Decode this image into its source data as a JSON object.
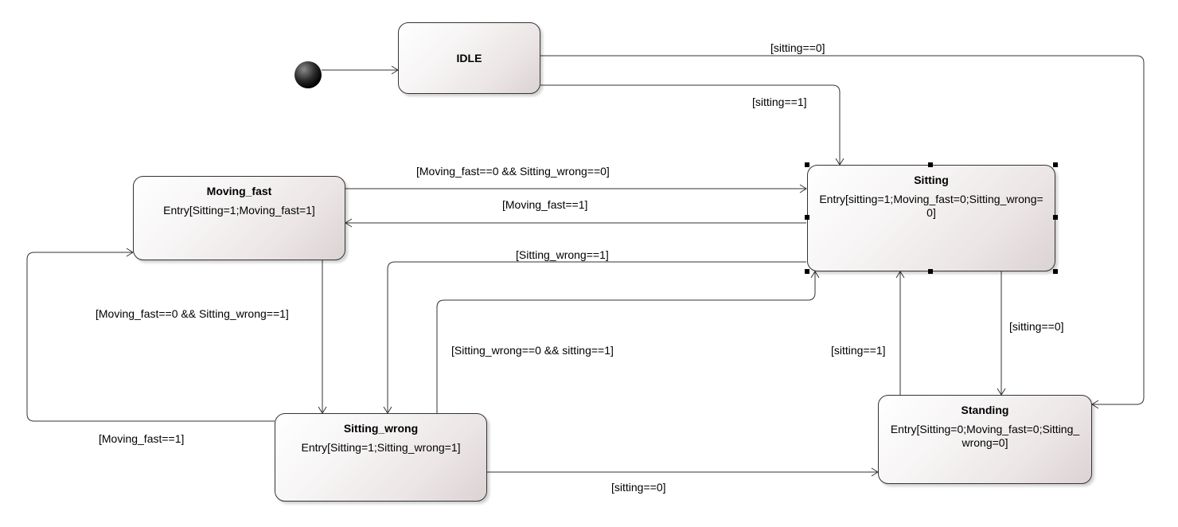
{
  "states": {
    "idle": {
      "title": "IDLE"
    },
    "moving_fast": {
      "title": "Moving_fast",
      "entry": "Entry[Sitting=1;Moving_fast=1]"
    },
    "sitting": {
      "title": "Sitting",
      "entry": "Entry[sitting=1;Moving_fast=0;Sitting_wrong=0]"
    },
    "sitting_wrong": {
      "title": "Sitting_wrong",
      "entry": "Entry[Sitting=1;Sitting_wrong=1]"
    },
    "standing": {
      "title": "Standing",
      "entry": "Entry[Sitting=0;Moving_fast=0;Sitting_wrong=0]"
    }
  },
  "transitions": {
    "idle_to_standing": "[sitting==0]",
    "idle_to_sitting": "[sitting==1]",
    "moving_fast_to_sitting": "[Moving_fast==0 && Sitting_wrong==0]",
    "sitting_to_moving_fast": "[Moving_fast==1]",
    "sitting_to_sitting_wrong": "[Sitting_wrong==1]",
    "moving_fast_to_sitting_wrong": "[Moving_fast==0 && Sitting_wrong==1]",
    "sitting_wrong_to_sitting": "[Sitting_wrong==0 && sitting==1]",
    "sitting_wrong_to_moving_fast": "[Moving_fast==1]",
    "sitting_wrong_to_standing": "[sitting==0]",
    "standing_to_sitting": "[sitting==1]",
    "sitting_to_standing": "[sitting==0]"
  }
}
